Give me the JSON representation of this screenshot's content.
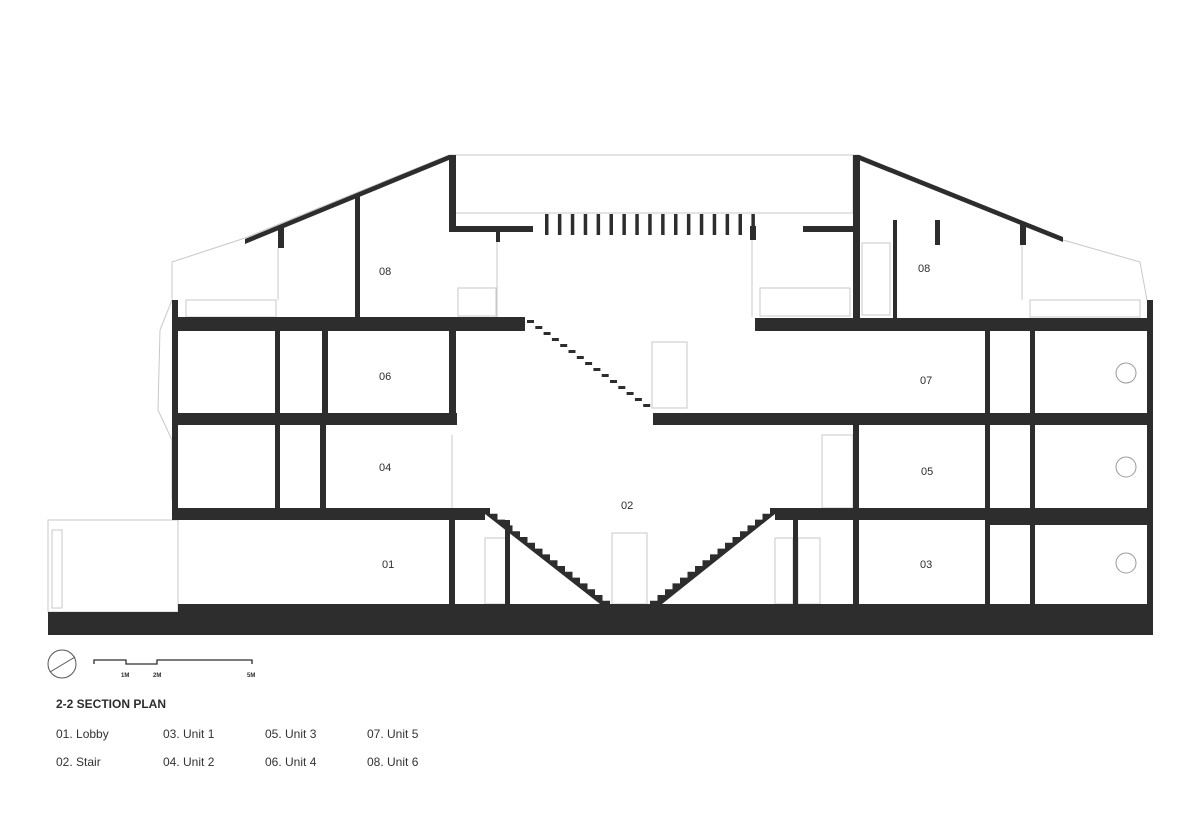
{
  "title": "2-2 SECTION PLAN",
  "rooms": {
    "r08a": "08",
    "r08b": "08",
    "r06": "06",
    "r07": "07",
    "r04": "04",
    "r05": "05",
    "r02": "02",
    "r01": "01",
    "r03": "03"
  },
  "scale": {
    "m1": "1M",
    "m2": "2M",
    "m5": "5M"
  },
  "legend": [
    "01. Lobby",
    "03. Unit 1",
    "05. Unit 3",
    "07. Unit 5",
    "02. Stair",
    "04. Unit 2",
    "06. Unit 4",
    "08. Unit 6"
  ],
  "colors": {
    "ink": "#2d2d2d",
    "thin": "#c8c8c8"
  }
}
